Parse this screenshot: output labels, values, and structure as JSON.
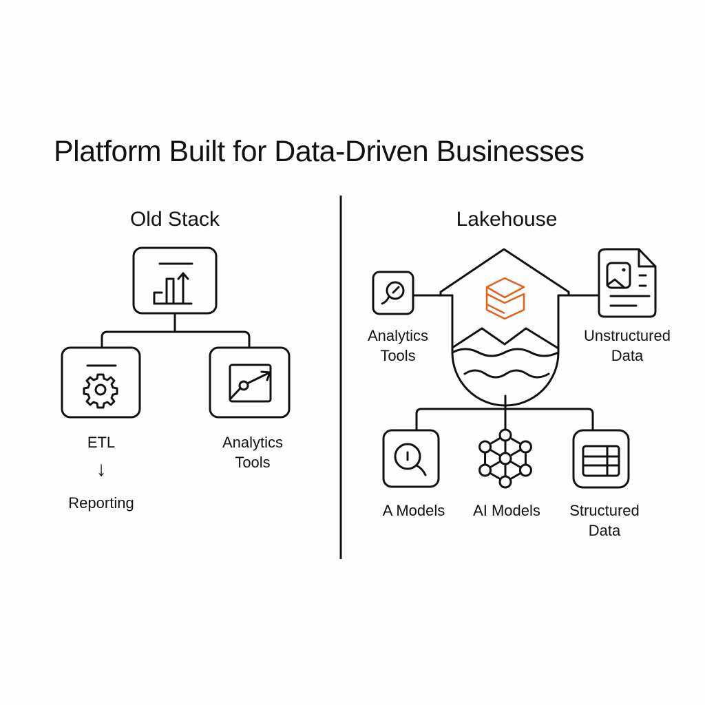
{
  "title": "Platform Built for Data-Driven Businesses",
  "old_stack": {
    "heading": "Old Stack",
    "nodes": [
      {
        "id": "top",
        "icon": "bar-chart-arrow-icon"
      },
      {
        "id": "etl",
        "icon": "gear-icon",
        "label": "ETL"
      },
      {
        "id": "analytics",
        "icon": "trend-chart-icon",
        "label_lines": [
          "Analytics",
          "Tools"
        ]
      }
    ],
    "flow_arrow": "↓",
    "flow_target": "Reporting"
  },
  "lakehouse": {
    "heading": "Lakehouse",
    "center_icon": "lakehouse-house-icon",
    "brand_icon": "layers-icon",
    "brand_color": "#e0621c",
    "left_node": {
      "icon": "compass-search-icon",
      "label_lines": [
        "Analytics",
        "Tools"
      ]
    },
    "right_node": {
      "icon": "document-image-icon",
      "label_lines": [
        "Unstructured",
        "Data"
      ]
    },
    "bottom_nodes": [
      {
        "icon": "magnifier-icon",
        "label_lines": [
          "A Models"
        ]
      },
      {
        "icon": "network-graph-icon",
        "label_lines": [
          "AI Models"
        ]
      },
      {
        "icon": "table-icon",
        "label_lines": [
          "Structured",
          "Data"
        ]
      }
    ]
  }
}
